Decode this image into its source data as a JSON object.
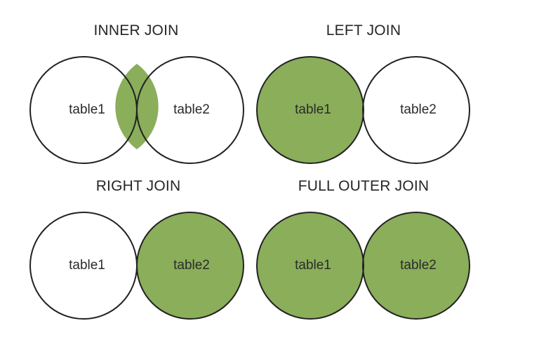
{
  "colors": {
    "fill": "#8aae5a",
    "stroke": "#222222",
    "background": "#ffffff"
  },
  "diagrams": [
    {
      "id": "inner",
      "title": "INNER JOIN",
      "left_label": "table1",
      "right_label": "table2",
      "shaded": [
        "intersection"
      ]
    },
    {
      "id": "left",
      "title": "LEFT JOIN",
      "left_label": "table1",
      "right_label": "table2",
      "shaded": [
        "left"
      ]
    },
    {
      "id": "right",
      "title": "RIGHT JOIN",
      "left_label": "table1",
      "right_label": "table2",
      "shaded": [
        "right"
      ]
    },
    {
      "id": "full",
      "title": "FULL OUTER JOIN",
      "left_label": "table1",
      "right_label": "table2",
      "shaded": [
        "left",
        "right"
      ]
    }
  ]
}
